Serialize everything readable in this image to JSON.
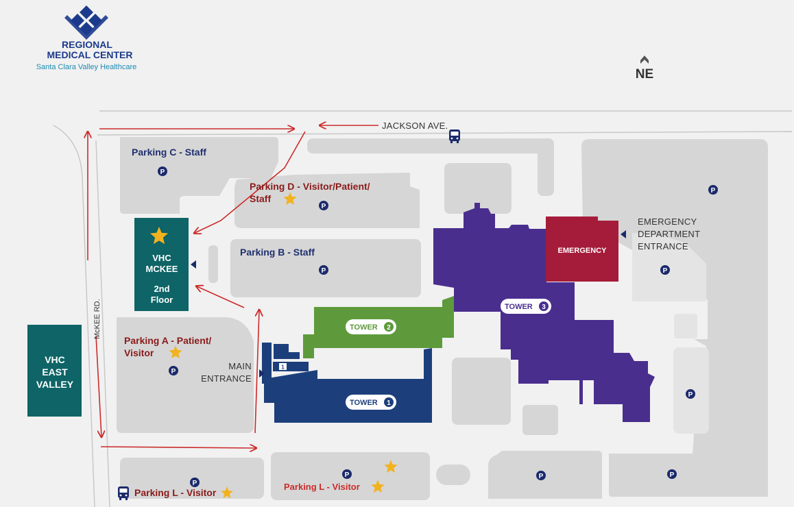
{
  "logo": {
    "title_line1": "REGIONAL",
    "title_line2": "MEDICAL CENTER",
    "subtitle": "Santa Clara Valley Healthcare"
  },
  "compass": {
    "label": "NE"
  },
  "streets": {
    "jackson": "JACKSON AVE.",
    "mckee": "McKEE RD."
  },
  "parking_symbol": "P",
  "parking": {
    "c": "Parking C - Staff",
    "d_line1": "Parking D - Visitor/Patient/",
    "d_line2": "Staff",
    "b": "Parking B - Staff",
    "a_line1": "Parking A - Patient/",
    "a_line2": "Visitor",
    "l1": "Parking L - Visitor",
    "l2": "Parking L - Visitor"
  },
  "buildings": {
    "mckee_line1": "VHC",
    "mckee_line2": "MCKEE",
    "mckee_line3": "2nd",
    "mckee_line4": "Floor",
    "east_line1": "VHC",
    "east_line2": "EAST",
    "east_line3": "VALLEY",
    "tower1": "TOWER",
    "tower1_num": "1",
    "tower2": "TOWER",
    "tower2_num": "2",
    "tower3": "TOWER",
    "tower3_num": "3",
    "emergency": "EMERGENCY",
    "small_marker": "1"
  },
  "entrances": {
    "main_line1": "MAIN",
    "main_line2": "ENTRANCE",
    "ed_line1": "EMERGENCY",
    "ed_line2": "DEPARTMENT",
    "ed_line3": "ENTRANCE"
  },
  "colors": {
    "tower1": "#1c3f7c",
    "tower2": "#5e9a3c",
    "tower3": "#4a2e8e",
    "emergency": "#a51c3a",
    "vhc": "#0e6466",
    "route_arrow": "#cc2a2a",
    "star": "#f2b21f",
    "parking_lot": "#d6d6d6"
  },
  "icons": [
    "logo-diamond-icon",
    "north-arrow-icon",
    "bus-icon",
    "star-icon",
    "route-arrow",
    "entrance-marker-icon"
  ]
}
